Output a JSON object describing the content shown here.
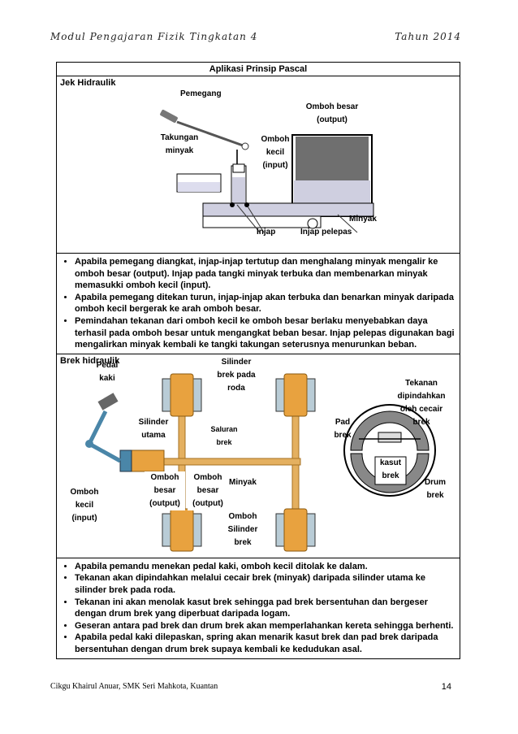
{
  "header": {
    "left": "Modul Pengajaran Fizik Tingkatan 4",
    "right": "Tahun 2014"
  },
  "table": {
    "title": "Aplikasi Prinsip Pascal"
  },
  "jek": {
    "name": "Jek Hidraulik",
    "labels": {
      "pemegang": "Pemegang",
      "omboh_besar": "Omboh besar",
      "output": "(output)",
      "takungan": "Takungan",
      "minyak_res": "minyak",
      "omboh": "Omboh",
      "kecil": "kecil",
      "input": "(input)",
      "minyak": "Minyak",
      "injap": "Injap",
      "injap_pelepas": "Injap pelepas"
    },
    "points": [
      "Apabila pemegang diangkat, injap-injap tertutup dan menghalang minyak mengalir ke omboh besar (output). Injap pada tangki minyak terbuka dan membenarkan minyak memasukki omboh kecil (input).",
      "Apabila pemegang ditekan turun, injap-injap akan terbuka dan benarkan minyak daripada omboh kecil bergerak ke arah omboh besar.",
      "Pemindahan tekanan dari omboh kecil ke omboh besar berlaku menyebabkan daya terhasil pada omboh besar untuk mengangkat beban besar. Injap pelepas digunakan bagi mengalirkan minyak kembali ke tangki takungan seterusnya menurunkan beban."
    ]
  },
  "brek": {
    "name": "Brek hidraulik",
    "labels": {
      "pedal": "Pedal",
      "kaki": "kaki",
      "silinder": "Silinder",
      "brek_pada": "brek pada",
      "roda": "roda",
      "tekanan": "Tekanan",
      "dipindahkan": "dipindahkan",
      "oleh_cecair": "oleh cecair",
      "brek": "brek",
      "silinder2": "Silinder",
      "utama": "utama",
      "saluran": "Saluran",
      "brek2": "brek",
      "pad": "Pad",
      "brek3": "brek",
      "kasut": "kasut",
      "brek4": "brek",
      "drum": "Drum",
      "brek5": "brek",
      "omboh1": "Omboh",
      "besar1": "besar",
      "output1": "(output)",
      "omboh2": "Omboh",
      "besar2": "besar",
      "output2": "(output)",
      "minyak": "Minyak",
      "omboh3": "Omboh",
      "kecil3": "kecil",
      "input3": "(input)",
      "omboh4": "Omboh",
      "silinder4": "Silinder",
      "brek6": "brek"
    },
    "points": [
      "Apabila pemandu menekan pedal kaki, omboh kecil ditolak ke dalam.",
      "Tekanan akan dipindahkan melalui cecair brek (minyak) daripada silinder utama ke silinder brek pada roda.",
      "Tekanan ini akan menolak kasut brek sehingga pad brek bersentuhan dan bergeser dengan drum brek yang diperbuat daripada logam.",
      "Geseran antara pad brek dan drum brek akan memperlahankan kereta sehingga berhenti.",
      "Apabila pedal kaki dilepaskan, spring akan menarik kasut brek dan pad brek daripada bersentuhan dengan drum brek supaya kembali ke kedudukan asal."
    ]
  },
  "footer": {
    "left": "Cikgu Khairul Anuar, SMK Seri Mahkota, Kuantan",
    "right": "14"
  }
}
